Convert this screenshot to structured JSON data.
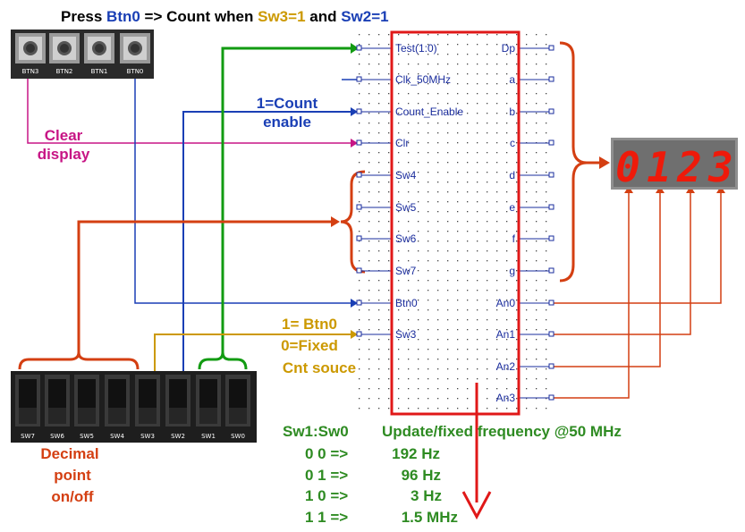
{
  "title": {
    "prefix": "Press ",
    "btn": "Btn0",
    "mid": " => Count when ",
    "sw3": "Sw3=1",
    "and": " and ",
    "sw2": "Sw2=1"
  },
  "buttons": [
    "BTN3",
    "BTN2",
    "BTN1",
    "BTN0"
  ],
  "switches": [
    "SW7",
    "SW6",
    "SW5",
    "SW4",
    "SW3",
    "SW2",
    "SW1",
    "SW0"
  ],
  "left_pins": [
    "Test(1:0)",
    "Clk_50MHz",
    "Count_Enable",
    "Clr",
    "Sw4",
    "Sw5",
    "Sw6",
    "Sw7",
    "Btn0",
    "Sw3"
  ],
  "right_pins": [
    "Dp",
    "a",
    "b",
    "c",
    "d",
    "e",
    "f",
    "g",
    "An0",
    "An1",
    "An2",
    "An3"
  ],
  "labels": {
    "count_enable": [
      "1=Count",
      "enable"
    ],
    "clear_display": [
      "Clear",
      "display"
    ],
    "source": [
      "1= Btn0",
      "0=Fixed",
      "Cnt souce"
    ],
    "decimal": [
      "Decimal",
      "point",
      "on/off"
    ]
  },
  "display_digits": [
    "0",
    "1",
    "2",
    "3"
  ],
  "freq_table": {
    "header": [
      "Sw1:Sw0",
      "Update/fixed frequency @50 MHz"
    ],
    "rows": [
      {
        "sel": "0 0 =>",
        "freq": "192 Hz"
      },
      {
        "sel": "0 1 =>",
        "freq": "96 Hz"
      },
      {
        "sel": "1 0 =>",
        "freq": "3 Hz"
      },
      {
        "sel": "1 1 =>",
        "freq": "1.5 MHz"
      }
    ]
  },
  "colors": {
    "blue": "#1a3fb5",
    "magenta": "#c71585",
    "green": "#129b12",
    "orange": "#d43f12",
    "gold": "#cc9900",
    "red": "#e01818",
    "pin": "#1a2c9c",
    "table": "#2e8b22"
  }
}
